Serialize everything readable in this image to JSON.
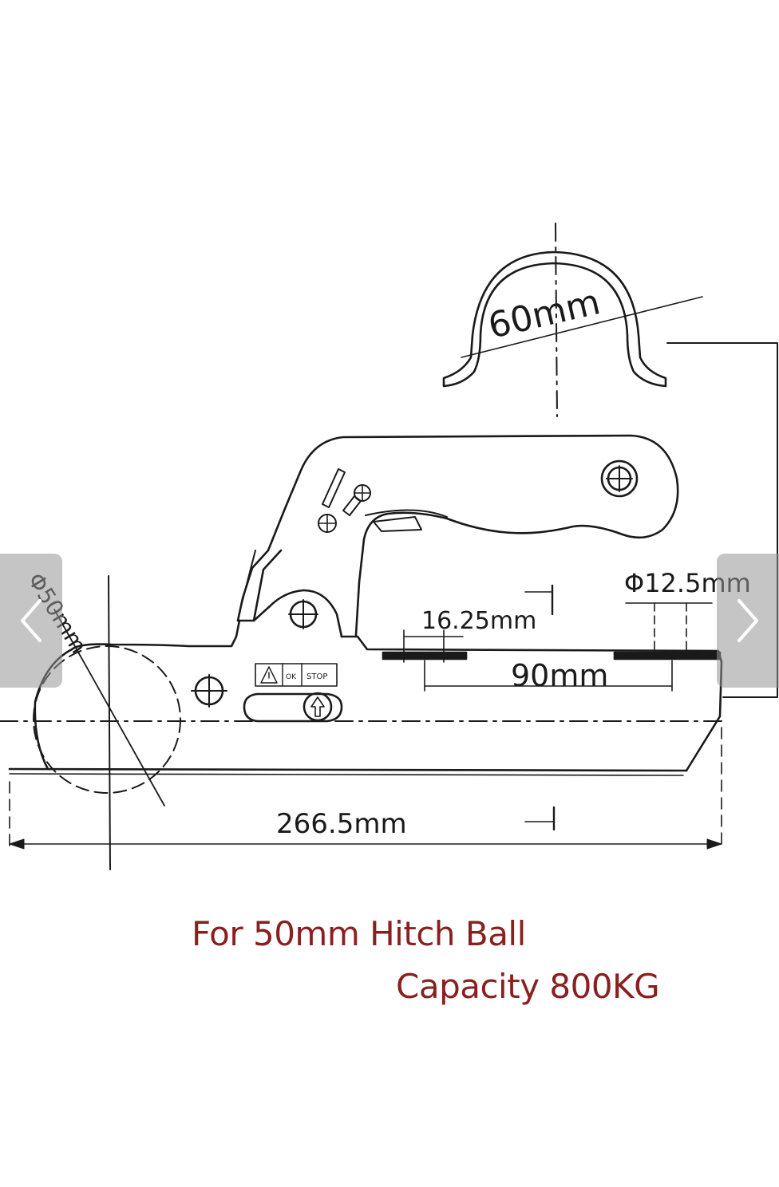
{
  "viewer": {
    "prev_label": "Previous image",
    "next_label": "Next image",
    "prev_icon": "chevron-left-icon",
    "next_icon": "chevron-right-icon"
  },
  "diagram": {
    "labels": {
      "tube": "60mm",
      "ball": "Φ50mm",
      "hole": "Φ12.5mm",
      "offset": "16.25mm",
      "spacing": "90mm",
      "length": "266.5mm",
      "plate_ok": "OK",
      "plate_stop": "STOP"
    }
  },
  "caption": {
    "line1": "For 50mm Hitch Ball",
    "line2": "Capacity 800KG",
    "color": "#8a1f1f"
  }
}
